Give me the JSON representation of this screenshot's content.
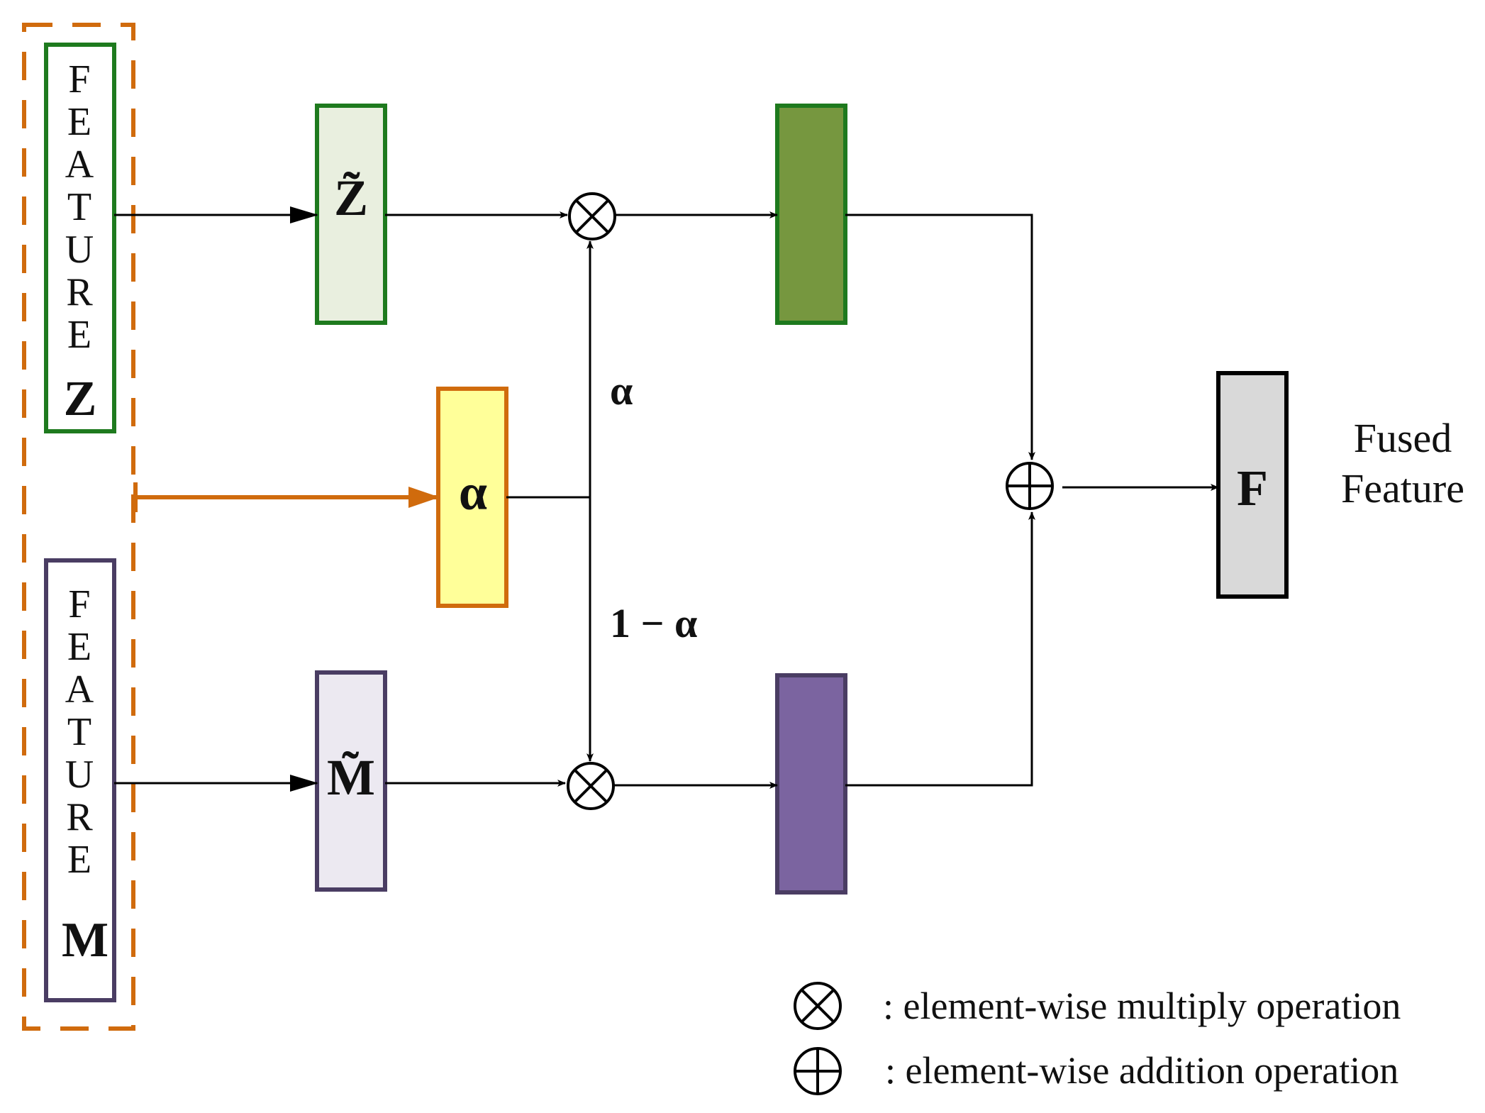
{
  "feature_z": {
    "letters": [
      "F",
      "E",
      "A",
      "T",
      "U",
      "R",
      "E"
    ],
    "name": "Z"
  },
  "feature_m": {
    "letters": [
      "F",
      "E",
      "A",
      "T",
      "U",
      "R",
      "E"
    ],
    "name": "M"
  },
  "z_tilde_label": "Z̃",
  "m_tilde_label": "M̃",
  "alpha_label": "α",
  "weight_alpha": "α",
  "weight_one_minus_alpha": "1 − α",
  "fused_label": "F",
  "fused_caption": [
    "Fused",
    "Feature"
  ],
  "legend": {
    "multiply_text": ": element-wise multiply operation",
    "addition_text": ": element-wise addition operation"
  },
  "colors": {
    "green_border": "#1e7a1e",
    "green_light": "#e9efdf",
    "green_dark": "#76973f",
    "purple_border": "#4a3d63",
    "purple_light": "#ece9f1",
    "purple_dark": "#7b64a0",
    "orange": "#d06b0d",
    "alpha_fill": "#ffff99",
    "fused_fill": "#d9d9d9"
  }
}
